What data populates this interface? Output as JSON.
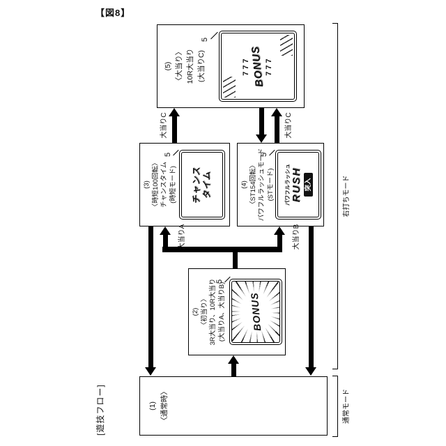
{
  "figure": {
    "number": "【図8】",
    "flow_title": "[遊技フロー]"
  },
  "colors": {
    "ink": "#111111",
    "paper": "#ffffff"
  },
  "boxes": {
    "b1": {
      "lines": [
        "(1)",
        "〈通常時〉"
      ]
    },
    "b2": {
      "lines": [
        "(2)",
        "〈初当り〉",
        "3R大当り、10R大当り",
        "(大当りA、大当りB)"
      ],
      "screen": {
        "ref": "5",
        "main": "BONUS"
      }
    },
    "b3": {
      "lines": [
        "(3)",
        "〈時短100回転〉",
        "チャンスタイム",
        "(時短モード)"
      ],
      "screen": {
        "ref": "5",
        "line1": "チャンス",
        "line2": "タイム"
      }
    },
    "b4": {
      "lines": [
        "(4)",
        "〈ST154回転〉",
        "パワフルラッシュモード",
        "(STモード)"
      ],
      "screen": {
        "ref": "5",
        "line1": "パワフルラッシュ",
        "line2": "RUSH",
        "line3": "突入"
      }
    },
    "b5": {
      "lines": [
        "(5)",
        "〈大当り〉",
        "10R大当り",
        "(大当りC)"
      ],
      "screen": {
        "ref": "5",
        "line1": "777",
        "line2": "BONUS",
        "line3": "777"
      }
    }
  },
  "arrow_labels": {
    "jackpot_a": "大当りA",
    "jackpot_b": "大当りB",
    "jackpot_c_left": "大当りC",
    "jackpot_c_right": "大当りC"
  },
  "modes": {
    "right_strike": "右打ちモード",
    "normal": "通常モード"
  }
}
